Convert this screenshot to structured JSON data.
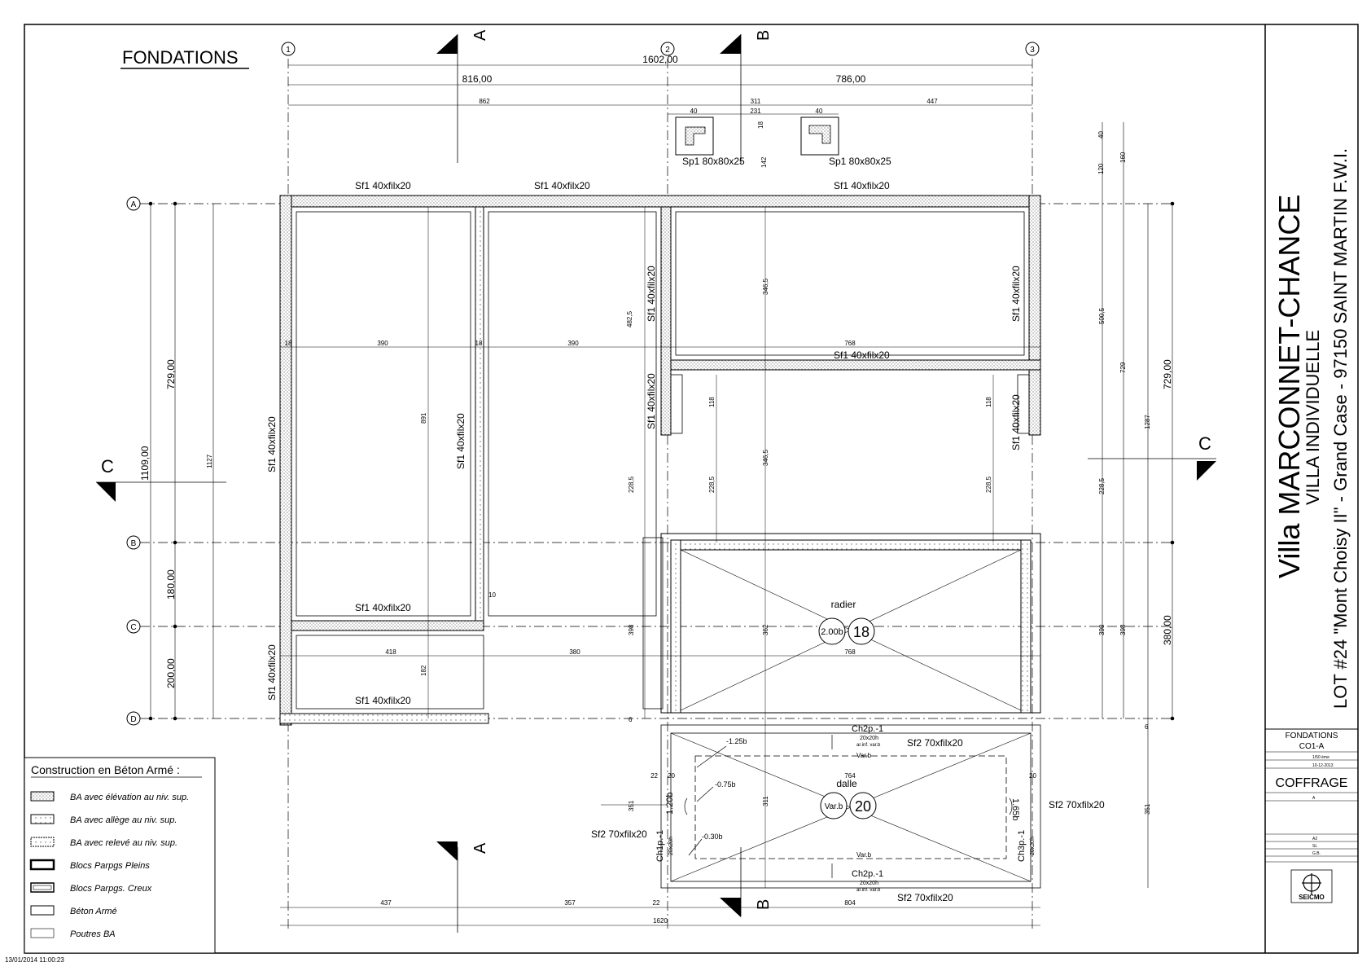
{
  "drawing": {
    "title": "FONDATIONS",
    "timestamp": "13/01/2014 11:00:23"
  },
  "axes": {
    "columns": [
      "1",
      "2",
      "3"
    ],
    "rows": [
      "A",
      "B",
      "C",
      "D"
    ]
  },
  "sections": {
    "a": "A",
    "b": "B",
    "c": "C"
  },
  "dimensions": {
    "overall_top": "1602,00",
    "left_span": "816,00",
    "right_span": "786,00",
    "d862": "862",
    "d311": "311",
    "d231": "231",
    "d447": "447",
    "d40a": "40",
    "d40b": "40",
    "d18a": "18",
    "d142": "142",
    "d40c": "40",
    "d120": "120",
    "d160": "160",
    "v729_left": "729,00",
    "v1109": "1109,00",
    "v1127": "1127",
    "v180": "180,00",
    "v200": "200,00",
    "v729_right": "729,00",
    "v380_right": "380,00",
    "v500": "500,5",
    "v729_small": "729",
    "v1287": "1287",
    "v398a": "398",
    "v398b": "398",
    "v398c": "398",
    "v362": "362",
    "v351a": "351",
    "v351b": "351",
    "v311": "311",
    "v346a": "346,5",
    "v346b": "346,5",
    "v482": "482,5",
    "v891": "891",
    "v182": "182",
    "v118a": "118",
    "v118b": "118",
    "v228a": "228,5",
    "v228b": "228,5",
    "v228c": "228,5",
    "v228d": "228,5",
    "h390a": "390",
    "h390b": "390",
    "h768a": "768",
    "h768b": "768",
    "h418": "418",
    "h380": "380",
    "h764": "764",
    "h10": "10",
    "h18a": "18",
    "h18b": "18",
    "h22a": "22",
    "h20a": "20",
    "h20b": "20",
    "h6a": "6",
    "h6b": "6",
    "b437": "437",
    "b357": "357",
    "b22": "22",
    "b804": "804",
    "b1620": "1620"
  },
  "labels": {
    "sf1_top_a": "Sf1 40xfilx20",
    "sf1_top_b": "Sf1 40xfilx20",
    "sf1_top_c": "Sf1 40xfilx20",
    "sf1_mid_right": "Sf1 40xfilx20",
    "sf1_left_vert": "Sf1 40xfilx20",
    "sf1_inner_vert": "Sf1 40xfilx20",
    "sf1_centre_vert_a": "Sf1 40xfilx20",
    "sf1_centre_vert_b": "Sf1 40xfilx20",
    "sf1_right_vert_a": "Sf1 40xfilx20",
    "sf1_right_vert_b": "Sf1 40xfilx20",
    "sf1_row_c": "Sf1 40xfilx20",
    "sf1_row_d": "Sf1 40xfilx20",
    "sf1_left_low": "Sf1 40xfilx20",
    "sp1_a": "Sp1 80x80x25",
    "sp1_b": "Sp1 80x80x25",
    "radier": "radier",
    "radier_level": "2.00b",
    "radier_thickness": "18",
    "dalle": "dalle",
    "dalle_level": "Var.b",
    "dalle_thickness": "20",
    "sf2_top": "Sf2 70xfilx20",
    "sf2_right": "Sf2 70xfilx20",
    "sf2_left": "Sf2 70xfilx20",
    "sf2_bottom": "Sf2 70xfilx20",
    "ch2p_top": "Ch2p.-1",
    "ch2p_top_sub": "20x20h",
    "ch2p_top_sub2": "ar.inf. var.b",
    "ch2p_bottom": "Ch2p.-1",
    "ch2p_bottom_sub": "20x20h",
    "ch2p_bottom_sub2": "ar.inf. var.b",
    "ch1p": "Ch1p.-1",
    "ch1p_sub": "20x20h",
    "ch3p": "Ch3p.-1",
    "ch3p_sub": "20x20h",
    "varb_top": "Var.b",
    "varb_bottom": "Var.b",
    "lvl_125": "-1.25b",
    "lvl_075": "-0.75b",
    "lvl_030": "-0.30b",
    "lvl_120": "1.20b",
    "lvl_165": "1.65b"
  },
  "legend": {
    "title": "Construction en Béton Armé :",
    "items": [
      "BA avec élévation au niv. sup.",
      "BA avec allège au niv. sup.",
      "BA avec relevé au niv. sup.",
      "Blocs Parpgs Pleins",
      "Blocs Parpgs. Creux",
      "Béton Armé",
      "Poutres BA"
    ]
  },
  "title_block": {
    "project": "Villa MARCONNET-CHANCE",
    "type": "VILLA INDIVIDUELLE",
    "address": "LOT #24 \"Mont Choisy II\" - Grand Case - 97150 SAINT MARTIN F.W.I.",
    "sheet_title": "FONDATIONS",
    "sheet_code": "CO1-A",
    "scale": "1/50 ème",
    "date": "10-12-2013",
    "category": "COFFRAGE",
    "index": "A",
    "format": "A2",
    "drawn_by": "SL",
    "verified_by": "G.B.",
    "logo_text": "SEICMO"
  }
}
